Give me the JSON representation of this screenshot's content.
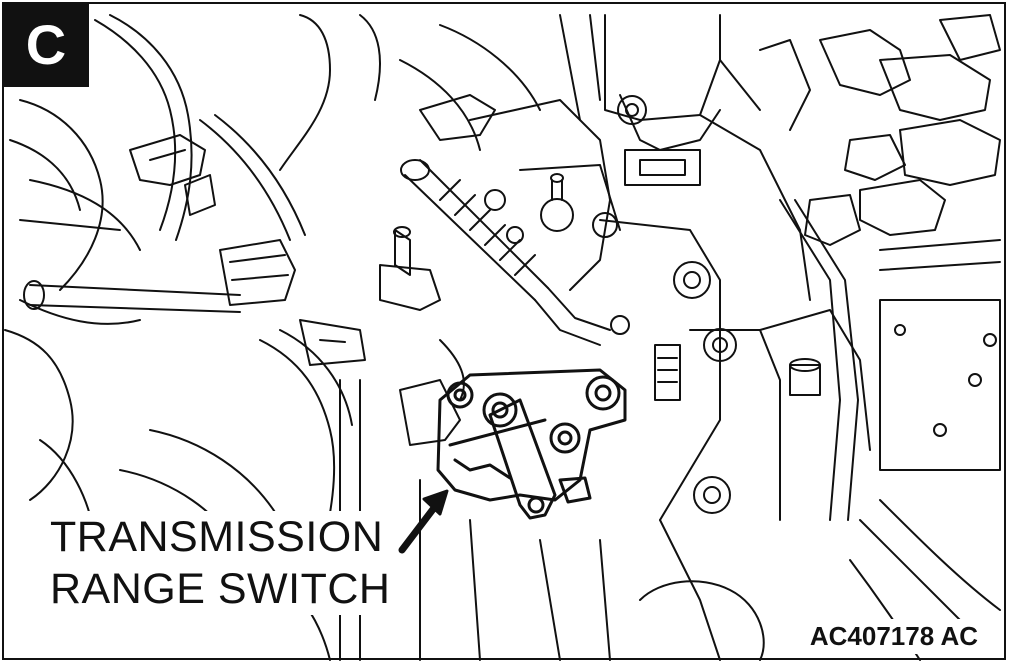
{
  "view_label": "C",
  "callout": {
    "line1": "TRANSMISSION",
    "line2": "RANGE SWITCH"
  },
  "figure_id": "AC407178 AC",
  "colors": {
    "line": "#111111",
    "background": "#ffffff",
    "badge": "#111111"
  }
}
